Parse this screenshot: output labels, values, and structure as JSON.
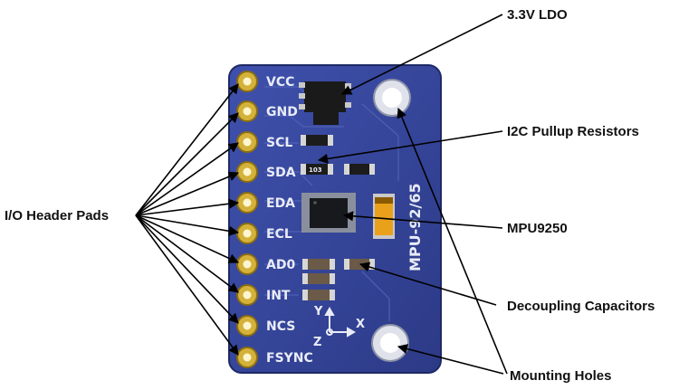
{
  "callouts": {
    "ldo": "3.3V LDO",
    "pullup": "I2C Pullup Resistors",
    "io_pads": "I/O Header Pads",
    "mpu": "MPU9250",
    "decoupling": "Decoupling Capacitors",
    "mounting": "Mounting Holes"
  },
  "pins": [
    "VCC",
    "GND",
    "SCL",
    "SDA",
    "EDA",
    "ECL",
    "AD0",
    "INT",
    "NCS",
    "FSYNC"
  ],
  "board": {
    "part_marking": "MPU-92/65",
    "axes": {
      "x": "X",
      "y": "Y",
      "z": "Z"
    },
    "resistor_marking": "103"
  },
  "colors": {
    "pcb": "#34449c",
    "pad": "#d4b23a",
    "label_text": "#111111",
    "silkscreen": "#e9ecf7"
  }
}
